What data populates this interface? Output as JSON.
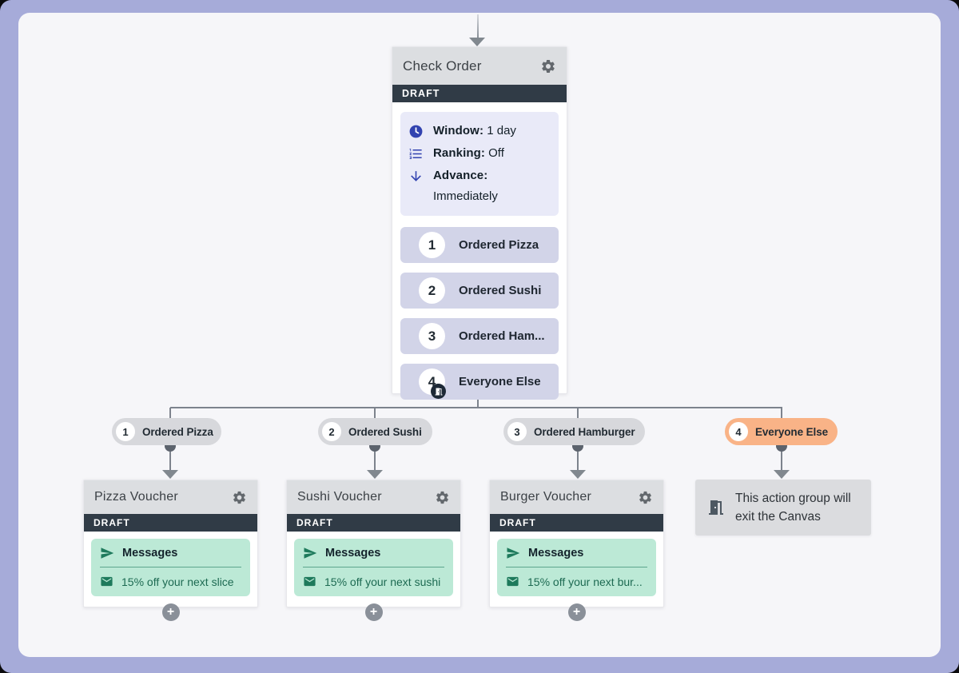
{
  "check_order_node": {
    "title": "Check Order",
    "status": "DRAFT",
    "settings": [
      {
        "icon": "clock-icon",
        "label": "Window:",
        "value": "1 day"
      },
      {
        "icon": "ranking-icon",
        "label": "Ranking:",
        "value": "Off"
      },
      {
        "icon": "advance-arrow-icon",
        "label": "Advance:",
        "value": "Immediately"
      }
    ],
    "branches": [
      {
        "number": "1",
        "label": "Ordered Pizza"
      },
      {
        "number": "2",
        "label": "Ordered Sushi"
      },
      {
        "number": "3",
        "label": "Ordered Ham..."
      },
      {
        "number": "4",
        "label": "Everyone Else",
        "badge_icon": "exit-door-icon"
      }
    ]
  },
  "branch_pills": [
    {
      "number": "1",
      "label": "Ordered Pizza"
    },
    {
      "number": "2",
      "label": "Ordered Sushi"
    },
    {
      "number": "3",
      "label": "Ordered Hamburger"
    },
    {
      "number": "4",
      "label": "Everyone Else",
      "highlighted": true
    }
  ],
  "action_nodes": [
    {
      "title": "Pizza Voucher",
      "status": "DRAFT",
      "group_label": "Messages",
      "message": "15% off your next slice",
      "add_label": "+"
    },
    {
      "title": "Sushi Voucher",
      "status": "DRAFT",
      "group_label": "Messages",
      "message": "15% off your next sushi",
      "add_label": "+"
    },
    {
      "title": "Burger Voucher",
      "status": "DRAFT",
      "group_label": "Messages",
      "message": "15% off your next bur...",
      "add_label": "+"
    }
  ],
  "exit_node": {
    "text": "This action group will exit the Canvas"
  },
  "colors": {
    "frame_border": "#a6abd9",
    "canvas_bg": "#f6f6f9",
    "node_header": "#dcdee1",
    "draft_bar": "#303b46",
    "info_box": "#e9eaf8",
    "branch_row": "#d2d4e8",
    "pill_gray": "#d7d8dc",
    "pill_orange": "#f9b387",
    "mint_box": "#bce9d6",
    "icon_blue": "#3243b0",
    "icon_green": "#1e7a5c",
    "connector": "#7d838d"
  }
}
